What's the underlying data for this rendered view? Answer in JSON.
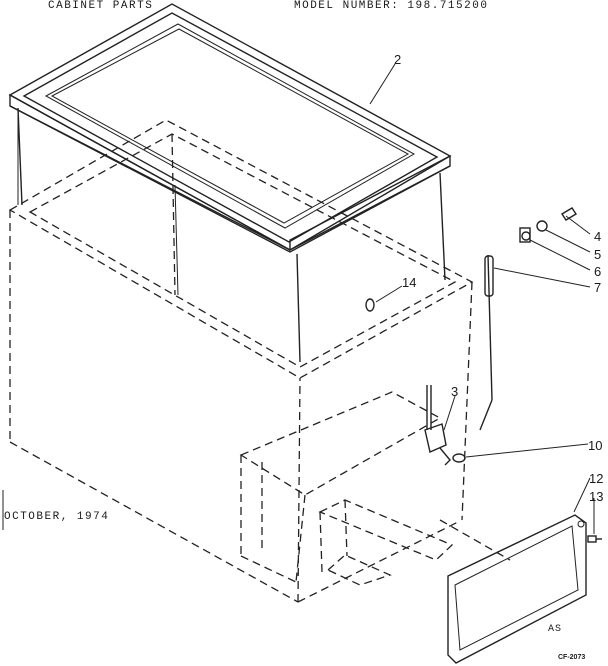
{
  "header": {
    "left_title": "CABINET PARTS",
    "model_text": "MODEL NUMBER: 198.715200"
  },
  "footer": {
    "date": "OCTOBER, 1974",
    "code_as": "AS",
    "code_cf": "CF-2073"
  },
  "callouts": {
    "p2": "2",
    "p3": "3",
    "p4": "4",
    "p5": "5",
    "p6": "6",
    "p7": "7",
    "p10": "10",
    "p12": "12",
    "p13": "13",
    "p14": "14"
  }
}
